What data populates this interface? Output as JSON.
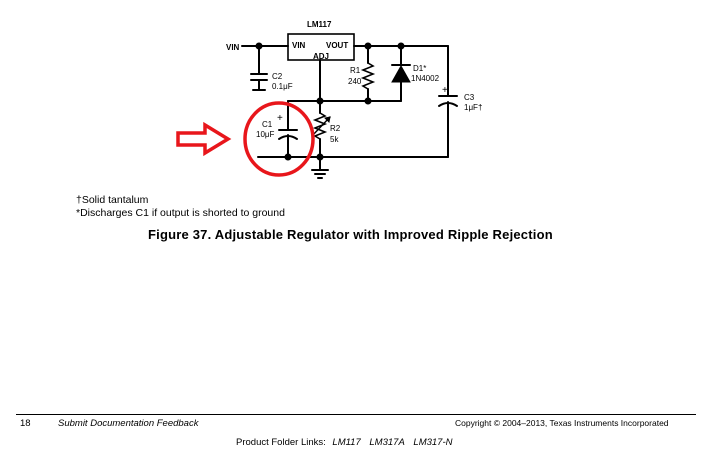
{
  "schematic": {
    "regulator_name": "LM117",
    "pin_vin": "VIN",
    "pin_vout": "VOUT",
    "pin_adj": "ADJ",
    "input_label": "VIN",
    "c2_name": "C2",
    "c2_value": "0.1μF",
    "r1_name": "R1",
    "r1_value": "240",
    "d1_name": "D1*",
    "d1_value": "1N4002",
    "c3_name": "C3",
    "c3_value": "1μF†",
    "c1_name": "C1",
    "c1_value": "10μF",
    "r2_name": "R2",
    "r2_value": "5k",
    "plus_sign": "+"
  },
  "notes": {
    "tantalum": "†Solid tantalum",
    "discharge": "*Discharges C1 if output is shorted to ground"
  },
  "caption": "Figure 37.  Adjustable Regulator with Improved Ripple Rejection",
  "footer": {
    "page_number": "18",
    "feedback_link": "Submit Documentation Feedback",
    "copyright": "Copyright © 2004–2013, Texas Instruments Incorporated",
    "folder_label": "Product Folder Links:",
    "links": [
      "LM117",
      "LM317A",
      "LM317-N"
    ]
  },
  "colors": {
    "annotation": "#e8161b",
    "ink": "#000000"
  }
}
